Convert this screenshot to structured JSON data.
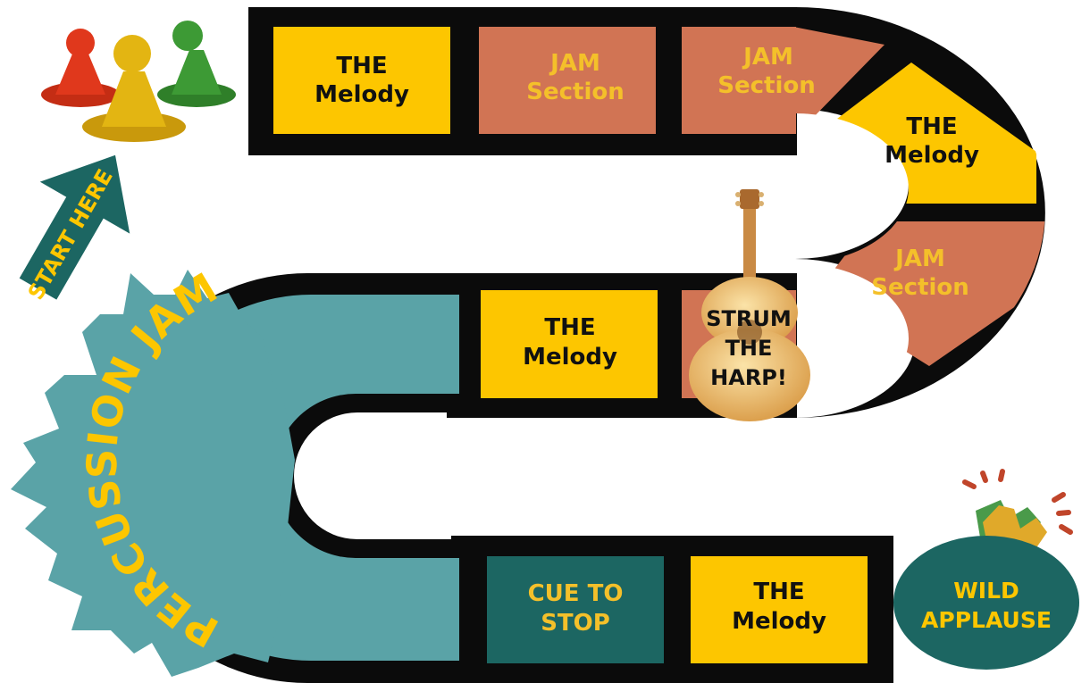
{
  "colors": {
    "track": "#0b0b0b",
    "yellow": "#fdc600",
    "orange": "#d17454",
    "teal": "#5aa3a7",
    "dark_teal": "#1c6662",
    "gold_text": "#f4c02a",
    "pawn_red": "#e0381c",
    "pawn_yellow": "#e3b512",
    "pawn_green": "#3d9a35",
    "hand_gold": "#e0a92a",
    "hand_green": "#4a9a4a",
    "spark": "#c0452a"
  },
  "start_arrow": {
    "label": "START HERE",
    "icon": "arrow-icon"
  },
  "pawns": {
    "icon": "game-pawns-icon"
  },
  "spaces": {
    "top_1": {
      "line1": "THE",
      "line2": "Melody"
    },
    "top_2": {
      "line1": "JAM",
      "line2": "Section"
    },
    "top_3": {
      "line1": "JAM",
      "line2": "Section"
    },
    "curve_1": {
      "line1": "THE",
      "line2": "Melody"
    },
    "curve_2": {
      "line1": "JAM",
      "line2": "Section"
    },
    "harp": {
      "line1": "STRUM",
      "line2": "THE",
      "line3": "HARP!",
      "icon": "ukulele-icon"
    },
    "mid_1": {
      "line1": "THE",
      "line2": "Melody"
    },
    "bottom_1": {
      "line1": "CUE TO",
      "line2": "STOP"
    },
    "bottom_2": {
      "line1": "THE",
      "line2": "Melody"
    }
  },
  "percussion": {
    "label": "PERCUSSION JAM",
    "icon": "starburst-icon"
  },
  "finish": {
    "line1": "WILD",
    "line2": "APPLAUSE",
    "icon": "clapping-hands-icon"
  }
}
